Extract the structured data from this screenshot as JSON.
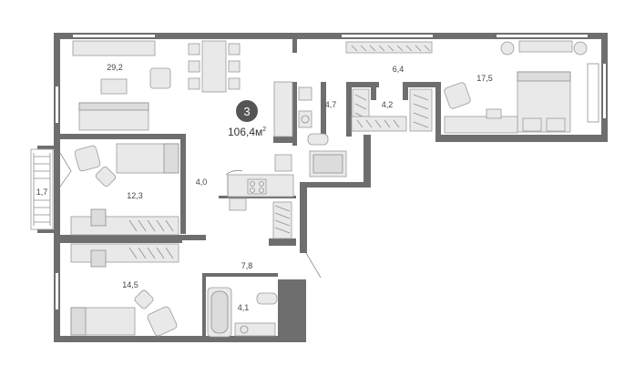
{
  "plan": {
    "rooms_count": "3",
    "total_area_value": "106,4",
    "total_area_unit": "м",
    "total_area_sup": "2",
    "rooms": [
      {
        "id": "living",
        "area": "29,2"
      },
      {
        "id": "corridor-top",
        "area": "6,4"
      },
      {
        "id": "bedroom-master",
        "area": "17,5"
      },
      {
        "id": "bath-top",
        "area": "4,7"
      },
      {
        "id": "wardrobe",
        "area": "4,2"
      },
      {
        "id": "bedroom-1",
        "area": "12,3"
      },
      {
        "id": "kitchen",
        "area": "4,0"
      },
      {
        "id": "balcony",
        "area": "1,7"
      },
      {
        "id": "hall",
        "area": "7,8"
      },
      {
        "id": "bedroom-2",
        "area": "14,5"
      },
      {
        "id": "bath-bottom",
        "area": "4,1"
      }
    ]
  },
  "colors": {
    "wall": "#6e6e6e",
    "badge": "#555555",
    "furniture": "#e9e9e9"
  }
}
